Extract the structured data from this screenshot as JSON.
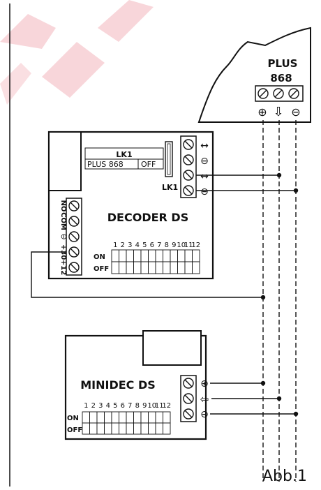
{
  "watermark_color": "#f0a4ac",
  "figure_label": "Abb.1",
  "plus868": {
    "title_line1": "PLUS",
    "title_line2": "868",
    "terminal_symbols": [
      "⊕",
      "⇩",
      "⊖"
    ]
  },
  "decoder": {
    "name": "DECODER DS",
    "lk_header": "LK1",
    "lk_cell1": "PLUS 868",
    "lk_cell2": "OFF",
    "jumper_label": "LK1",
    "left_terminal_labels": [
      "NO",
      "COM",
      "⊖",
      "+30",
      "+12"
    ],
    "right_terminal_symbols": [
      "↔",
      "⊖",
      "↔",
      "⊖"
    ],
    "dip_numbers": [
      "1",
      "2",
      "3",
      "4",
      "5",
      "6",
      "7",
      "8",
      "9",
      "10",
      "11",
      "12"
    ],
    "dip_on": "ON",
    "dip_off": "OFF"
  },
  "minidec": {
    "name": "MINIDEC DS",
    "terminal_symbols": [
      "⊕",
      "⇦",
      "⊖"
    ],
    "dip_numbers": [
      "1",
      "2",
      "3",
      "4",
      "5",
      "6",
      "7",
      "8",
      "9",
      "10",
      "11",
      "12"
    ],
    "dip_on": "ON",
    "dip_off": "OFF"
  }
}
